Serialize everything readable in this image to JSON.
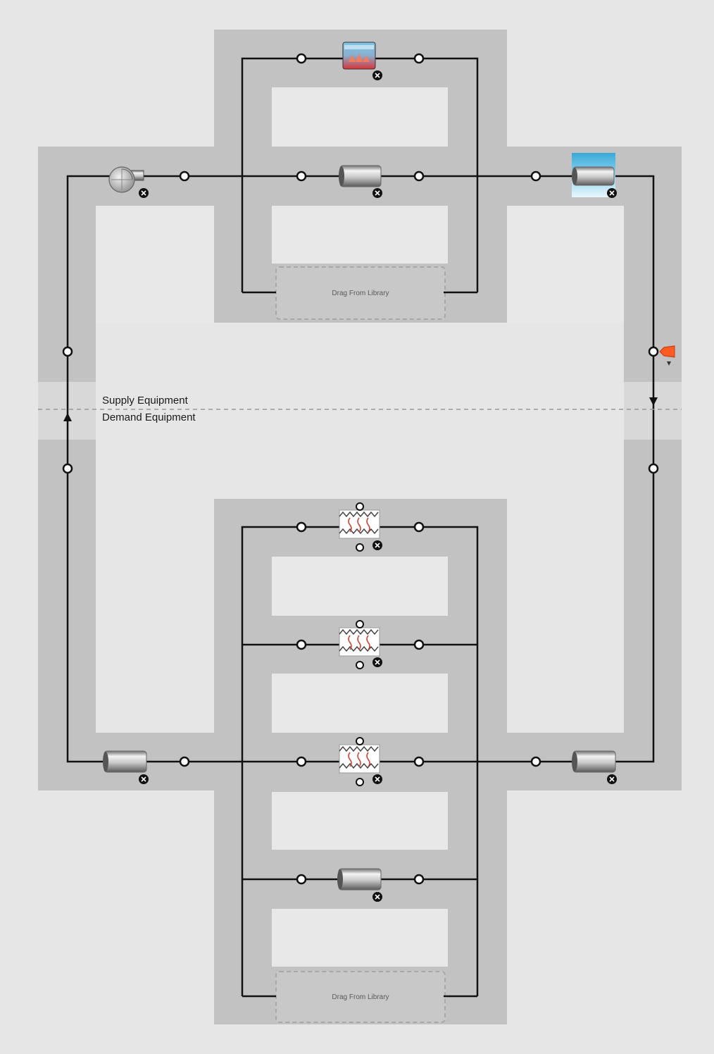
{
  "loop": {
    "supply_label": "Supply Equipment",
    "demand_label": "Demand Equipment"
  },
  "drop_zones": {
    "supply_label": "Drag From Library",
    "demand_label": "Drag From Library"
  },
  "colors": {
    "background": "#e6e6e6",
    "zone": "#c2c2c2",
    "pipe": "#111111",
    "setpoint_manager": "#ff5a1f"
  },
  "supply_components": [
    {
      "name": "pump",
      "icon": "pump-icon"
    },
    {
      "name": "boiler",
      "icon": "boiler-icon"
    },
    {
      "name": "supply branch pipe",
      "icon": "pipe-icon"
    },
    {
      "name": "supply outlet pipe",
      "icon": "pipe-icon"
    }
  ],
  "demand_components": [
    {
      "name": "heating coil 1",
      "icon": "heating-coil-icon"
    },
    {
      "name": "heating coil 2",
      "icon": "heating-coil-icon"
    },
    {
      "name": "heating coil 3",
      "icon": "heating-coil-icon"
    },
    {
      "name": "demand branch pipe",
      "icon": "pipe-icon"
    },
    {
      "name": "demand inlet pipe",
      "icon": "pipe-icon"
    },
    {
      "name": "demand outlet pipe",
      "icon": "pipe-icon"
    }
  ]
}
